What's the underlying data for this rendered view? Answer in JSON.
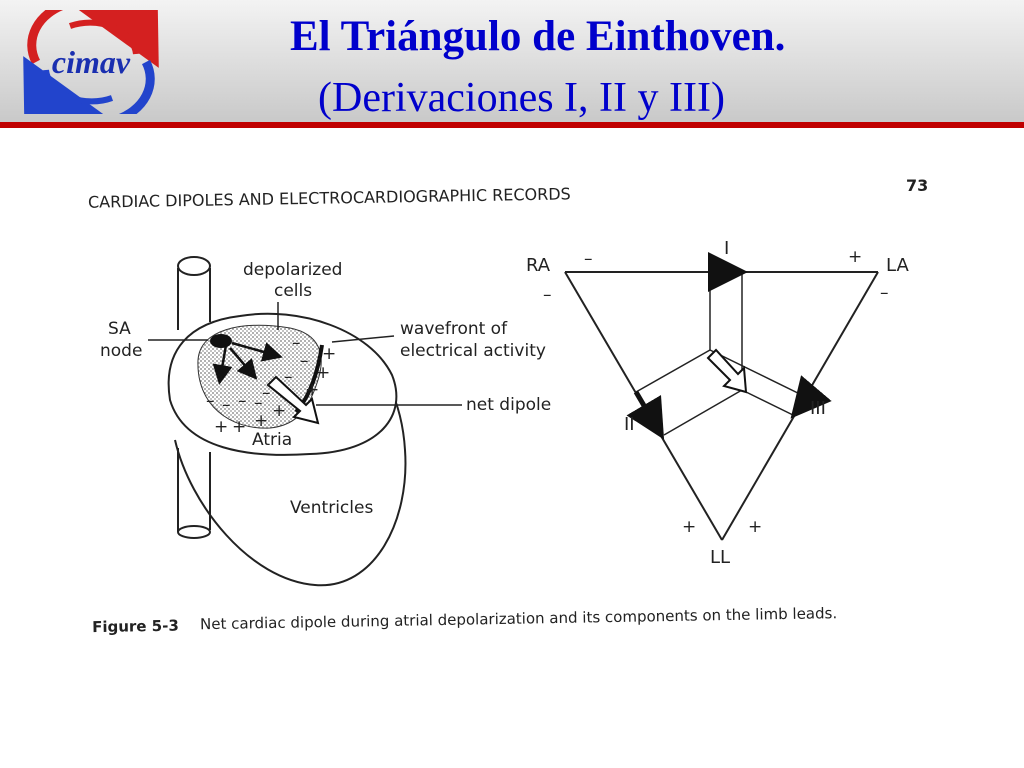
{
  "logo": {
    "text": "cimav",
    "ring_colors": [
      "#d42020",
      "#2244cc"
    ]
  },
  "title": {
    "line1": "El Triángulo de Einthoven.",
    "line2": "(Derivaciones I, II y III)"
  },
  "figure": {
    "header": "CARDIAC DIPOLES AND ELECTROCARDIOGRAPHIC RECORDS",
    "page_number": "73",
    "heart_labels": {
      "depolarized_1": "depolarized",
      "depolarized_2": "cells",
      "sa_1": "SA",
      "sa_2": "node",
      "wavefront_1": "wavefront of",
      "wavefront_2": "electrical activity",
      "net_dipole": "net dipole",
      "atria": "Atria",
      "ventricles": "Ventricles"
    },
    "triangle_labels": {
      "ra": "RA",
      "la": "LA",
      "ll": "LL",
      "lead_1": "I",
      "lead_2": "II",
      "lead_3": "III",
      "plus": "+",
      "minus": "–"
    },
    "caption_label": "Figure 5-3",
    "caption_text": "Net cardiac dipole during atrial depolarization and its components on the limb leads."
  },
  "colors": {
    "title": "#0000cc",
    "header_rule": "#c00000"
  }
}
